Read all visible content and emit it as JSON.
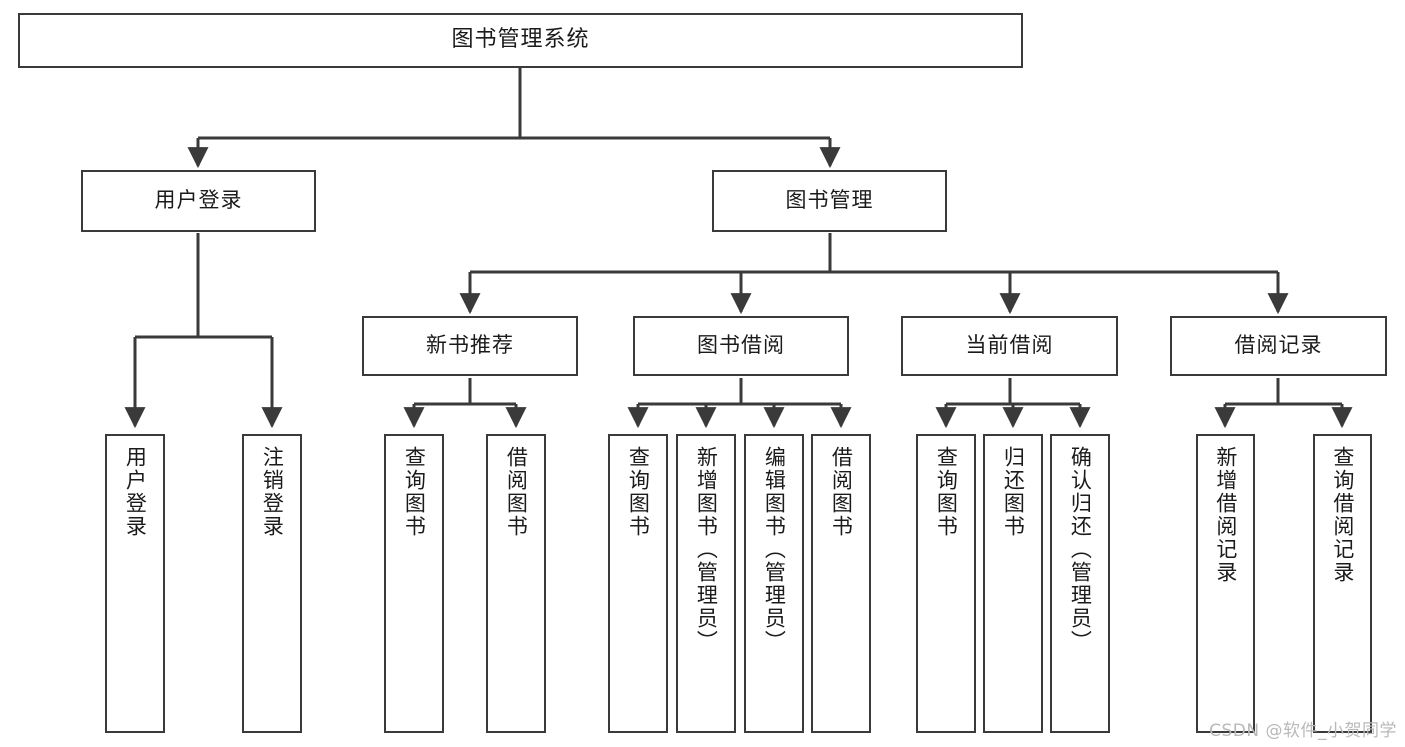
{
  "diagram": {
    "type": "tree",
    "title": "图书管理系统",
    "watermark": "CSDN @软件_小贺同学",
    "colors": {
      "box_border": "#3a3a3a",
      "box_fill": "#ffffff",
      "connector": "#3a3a3a",
      "text": "#1b1b1b",
      "watermark": "#b9b9b9",
      "background": "#ffffff"
    },
    "levels": {
      "root": "图书管理系统",
      "level2": [
        "用户登录",
        "图书管理"
      ],
      "level3": [
        "新书推荐",
        "图书借阅",
        "当前借阅",
        "借阅记录"
      ]
    },
    "nodes": {
      "root": {
        "label": "图书管理系统"
      },
      "user_login": {
        "label": "用户登录"
      },
      "book_manage": {
        "label": "图书管理"
      },
      "new_book_rec": {
        "label": "新书推荐"
      },
      "book_borrow": {
        "label": "图书借阅"
      },
      "current_borrow": {
        "label": "当前借阅"
      },
      "borrow_record": {
        "label": "借阅记录"
      },
      "leaf_user_login": {
        "label": "用户登录"
      },
      "leaf_logout": {
        "label": "注销登录"
      },
      "leaf_query_book_1": {
        "label": "查询图书"
      },
      "leaf_borrow_book_1": {
        "label": "借阅图书"
      },
      "leaf_query_book_2": {
        "label": "查询图书"
      },
      "leaf_add_book": {
        "label": "新增图书（管理员）"
      },
      "leaf_edit_book": {
        "label": "编辑图书（管理员）"
      },
      "leaf_borrow_book_2": {
        "label": "借阅图书"
      },
      "leaf_query_book_3": {
        "label": "查询图书"
      },
      "leaf_return_book": {
        "label": "归还图书"
      },
      "leaf_confirm_return": {
        "label": "确认归还（管理员）"
      },
      "leaf_add_record": {
        "label": "新增借阅记录"
      },
      "leaf_query_record": {
        "label": "查询借阅记录"
      }
    },
    "edges": [
      {
        "from": "root",
        "to": "user_login"
      },
      {
        "from": "root",
        "to": "book_manage"
      },
      {
        "from": "user_login",
        "to": "leaf_user_login"
      },
      {
        "from": "user_login",
        "to": "leaf_logout"
      },
      {
        "from": "book_manage",
        "to": "new_book_rec"
      },
      {
        "from": "book_manage",
        "to": "book_borrow"
      },
      {
        "from": "book_manage",
        "to": "current_borrow"
      },
      {
        "from": "book_manage",
        "to": "borrow_record"
      },
      {
        "from": "new_book_rec",
        "to": "leaf_query_book_1"
      },
      {
        "from": "new_book_rec",
        "to": "leaf_borrow_book_1"
      },
      {
        "from": "book_borrow",
        "to": "leaf_query_book_2"
      },
      {
        "from": "book_borrow",
        "to": "leaf_add_book"
      },
      {
        "from": "book_borrow",
        "to": "leaf_edit_book"
      },
      {
        "from": "book_borrow",
        "to": "leaf_borrow_book_2"
      },
      {
        "from": "current_borrow",
        "to": "leaf_query_book_3"
      },
      {
        "from": "current_borrow",
        "to": "leaf_return_book"
      },
      {
        "from": "current_borrow",
        "to": "leaf_confirm_return"
      },
      {
        "from": "borrow_record",
        "to": "leaf_add_record"
      },
      {
        "from": "borrow_record",
        "to": "leaf_query_record"
      }
    ]
  }
}
